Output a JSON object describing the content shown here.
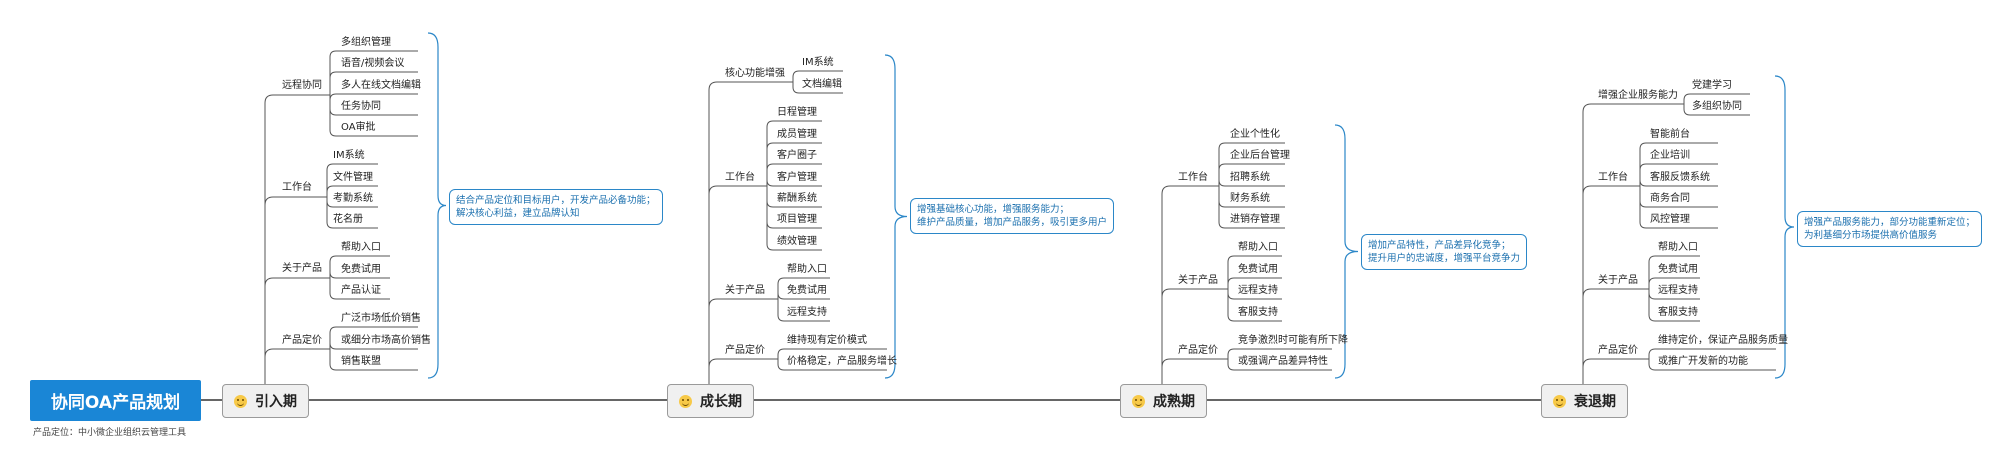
{
  "root": {
    "title": "协同OA产品规划",
    "note": "产品定位：中小微企业组织云管理工具"
  },
  "stages": [
    {
      "label": "引入期",
      "summary": [
        "结合产品定位和目标用户，开发产品必备功能；",
        "解决核心利益，建立品牌认知"
      ],
      "groups": [
        {
          "label": "远程协同",
          "items": [
            "多组织管理",
            "语音/视频会议",
            "多人在线文档编辑",
            "任务协同",
            "OA审批"
          ]
        },
        {
          "label": "工作台",
          "items": [
            "IM系统",
            "文件管理",
            "考勤系统",
            "花名册"
          ]
        },
        {
          "label": "关于产品",
          "items": [
            "帮助入口",
            "免费试用",
            "产品认证"
          ]
        },
        {
          "label": "产品定价",
          "items": [
            "广泛市场低价销售",
            "或细分市场高价销售",
            "销售联盟"
          ]
        }
      ]
    },
    {
      "label": "成长期",
      "summary": [
        "增强基础核心功能，增强服务能力；",
        "维护产品质量，增加产品服务，吸引更多用户"
      ],
      "groups": [
        {
          "label": "核心功能增强",
          "items": [
            "IM系统",
            "文档编辑"
          ]
        },
        {
          "label": "工作台",
          "items": [
            "日程管理",
            "成员管理",
            "客户圈子",
            "客户管理",
            "薪酬系统",
            "项目管理",
            "绩效管理"
          ]
        },
        {
          "label": "关于产品",
          "items": [
            "帮助入口",
            "免费试用",
            "远程支持"
          ]
        },
        {
          "label": "产品定价",
          "items": [
            "维持现有定价模式",
            "价格稳定，产品服务增长"
          ]
        }
      ]
    },
    {
      "label": "成熟期",
      "summary": [
        "增加产品特性，产品差异化竞争；",
        "提升用户的忠诚度，增强平台竞争力"
      ],
      "groups": [
        {
          "label": "工作台",
          "items": [
            "企业个性化",
            "企业后台管理",
            "招聘系统",
            "财务系统",
            "进销存管理"
          ]
        },
        {
          "label": "关于产品",
          "items": [
            "帮助入口",
            "免费试用",
            "远程支持",
            "客服支持"
          ]
        },
        {
          "label": "产品定价",
          "items": [
            "竞争激烈时可能有所下降",
            "或强调产品差异特性"
          ]
        }
      ]
    },
    {
      "label": "衰退期",
      "summary": [
        "增强产品服务能力，部分功能重新定位；",
        "为利基细分市场提供高价值服务"
      ],
      "groups": [
        {
          "label": "增强企业服务能力",
          "items": [
            "党建学习",
            "多组织协同"
          ]
        },
        {
          "label": "工作台",
          "items": [
            "智能前台",
            "企业培训",
            "客服反馈系统",
            "商务合同",
            "风控管理"
          ]
        },
        {
          "label": "关于产品",
          "items": [
            "帮助入口",
            "免费试用",
            "远程支持",
            "客服支持"
          ]
        },
        {
          "label": "产品定价",
          "items": [
            "维持定价，保证产品服务质量",
            "或推广开发新的功能"
          ]
        }
      ]
    }
  ],
  "colors": {
    "root_bg": "#1a86d6",
    "summary_border": "#2b87c8",
    "summary_text": "#1a6fae",
    "line": "#555555",
    "bracket": "#2b87c8"
  }
}
